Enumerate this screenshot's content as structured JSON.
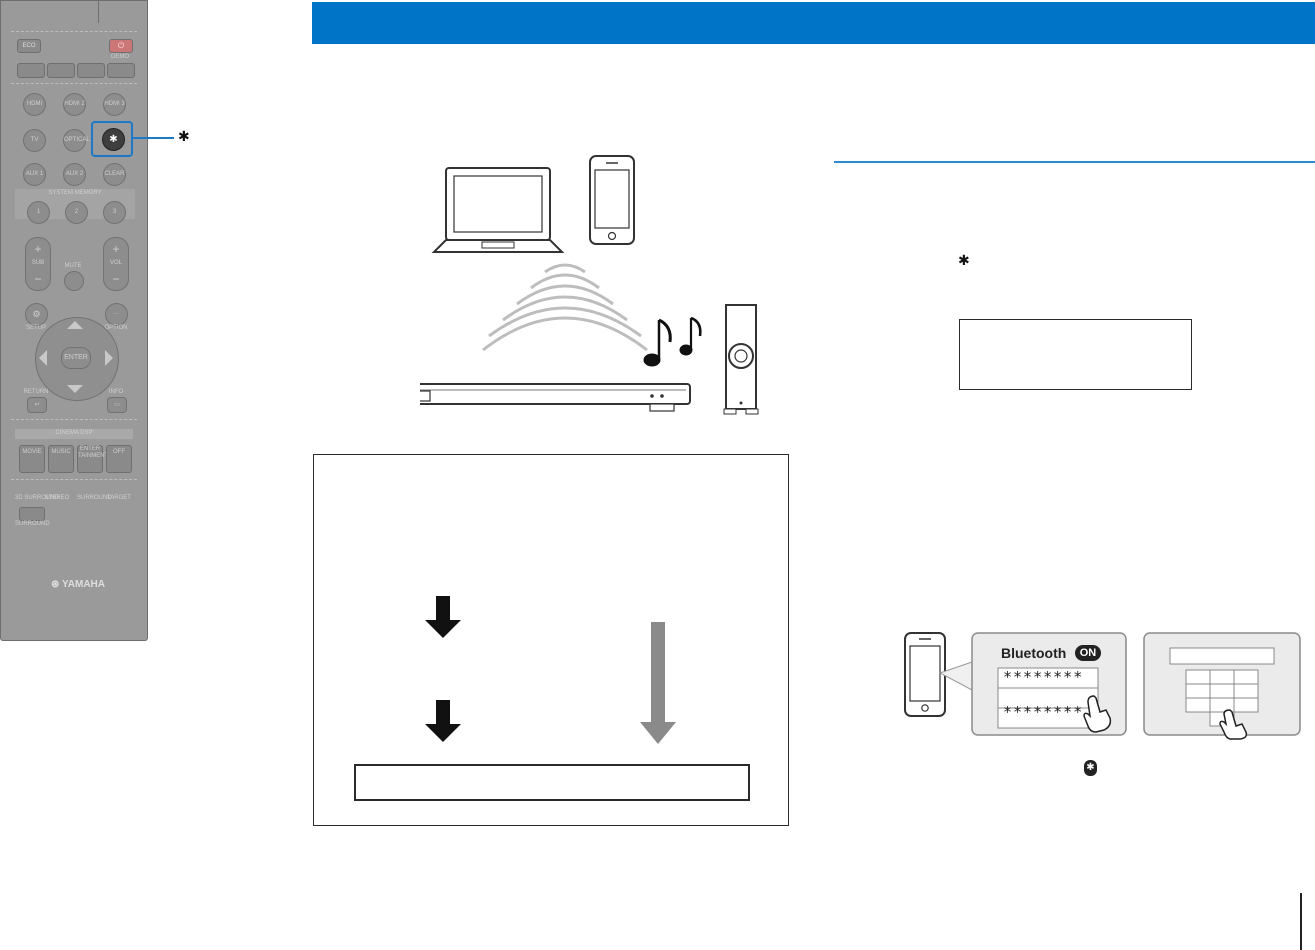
{
  "remote": {
    "eco": "ECO",
    "power_icon": "power-icon",
    "dialog_label": "DEMO",
    "inputs": [
      "HDMI",
      "HDMI 2",
      "HDMI 3",
      "TV",
      "OPTICAL",
      "AUX 1",
      "AUX 2",
      "CLEAR VOICE"
    ],
    "system_memory": "SYSTEM MEMORY",
    "memory_buttons": [
      "1",
      "2",
      "3"
    ],
    "sub_label": "SUB",
    "vol_label": "VOL",
    "mute_label": "MUTE",
    "setup_label": "SETUP",
    "option_label": "OPTION",
    "enter_label": "ENTER",
    "return_label": "RETURN",
    "info_label": "INFO",
    "cinema_dsp": "CINEMA DSP",
    "modes": [
      "MOVIE",
      "MUSIC",
      "ENTER TAINMENT",
      "OFF"
    ],
    "small_buttons": [
      "3D SURROUND",
      "STEREO",
      "SURROUND",
      "TARGET"
    ],
    "extra_button": "SURROUND",
    "brand": "YAMAHA"
  },
  "callout": {
    "icon": "bluetooth-icon"
  },
  "diagram": {
    "note_icons": "♪♪"
  },
  "phone_screen": {
    "bluetooth_label": "Bluetooth",
    "on_badge": "ON",
    "device_1": "********",
    "device_2": "********"
  },
  "step_icon": "bluetooth-icon",
  "colors": {
    "header": "#0075c8",
    "accent_line": "#2a8ad6",
    "highlight": "#1e78c8"
  }
}
